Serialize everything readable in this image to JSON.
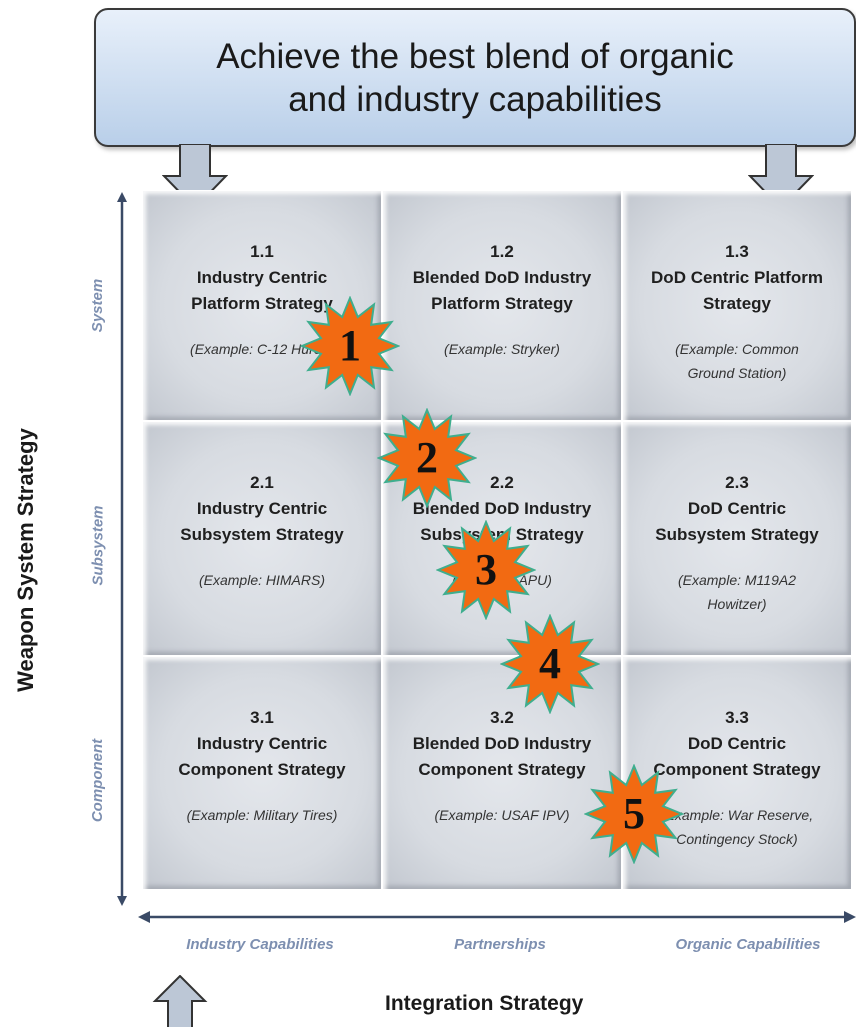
{
  "banner": {
    "text": "Achieve the best blend of organic\nand industry capabilities"
  },
  "vertical_axis": {
    "title": "Weapon System Strategy",
    "levels": [
      "System",
      "Subsystem",
      "Component"
    ]
  },
  "horizontal_axis": {
    "title": "Integration Strategy",
    "levels": [
      "Industry Capabilities",
      "Partnerships",
      "Organic Capabilities"
    ]
  },
  "cells": [
    {
      "id": "1.1",
      "name": "Industry Centric\nPlatform Strategy",
      "example": "(Example: C-12 Huron)"
    },
    {
      "id": "1.2",
      "name": "Blended DoD Industry\nPlatform Strategy",
      "example": "(Example: Stryker)"
    },
    {
      "id": "1.3",
      "name": "DoD Centric Platform\nStrategy",
      "example": "(Example: Common\nGround Station)"
    },
    {
      "id": "2.1",
      "name": "Industry Centric\nSubsystem Strategy",
      "example": "(Example: HIMARS)"
    },
    {
      "id": "2.2",
      "name": "Blended DoD Industry\nSubsystem Strategy",
      "example": "(Example: APU)"
    },
    {
      "id": "2.3",
      "name": "DoD Centric\nSubsystem Strategy",
      "example": "(Example: M119A2\nHowitzer)"
    },
    {
      "id": "3.1",
      "name": "Industry Centric\nComponent Strategy",
      "example": "(Example: Military Tires)"
    },
    {
      "id": "3.2",
      "name": "Blended DoD Industry\nComponent Strategy",
      "example": "(Example: USAF IPV)"
    },
    {
      "id": "3.3",
      "name": "DoD Centric\nComponent Strategy",
      "example": "(Example: War Reserve,\nContingency Stock)"
    }
  ],
  "markers": [
    "1",
    "2",
    "3",
    "4",
    "5"
  ],
  "colors": {
    "star_fill": "#f26a12",
    "star_stroke": "#3fae8e",
    "banner_fill": "#c8daf0",
    "axis_label": "#7d8fb0"
  }
}
